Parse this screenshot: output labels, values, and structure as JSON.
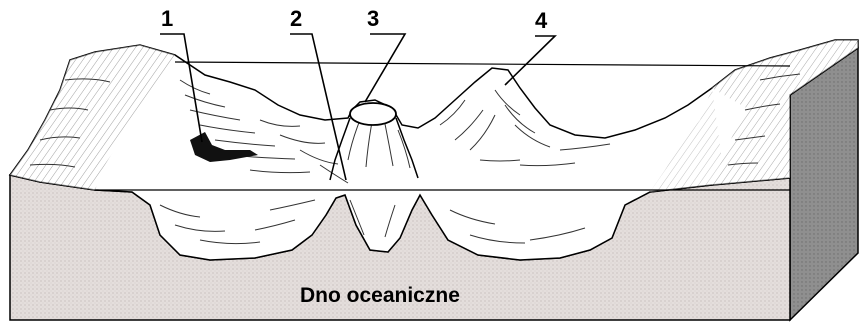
{
  "diagram": {
    "labels": {
      "l1": "1",
      "l2": "2",
      "l3": "3",
      "l4": "4"
    },
    "floor_label": "Dno oceaniczne"
  },
  "colors": {
    "crust": "#e6e0de",
    "surface": "#ffffff",
    "ink": "#000000",
    "side": "#8e8e8e"
  }
}
